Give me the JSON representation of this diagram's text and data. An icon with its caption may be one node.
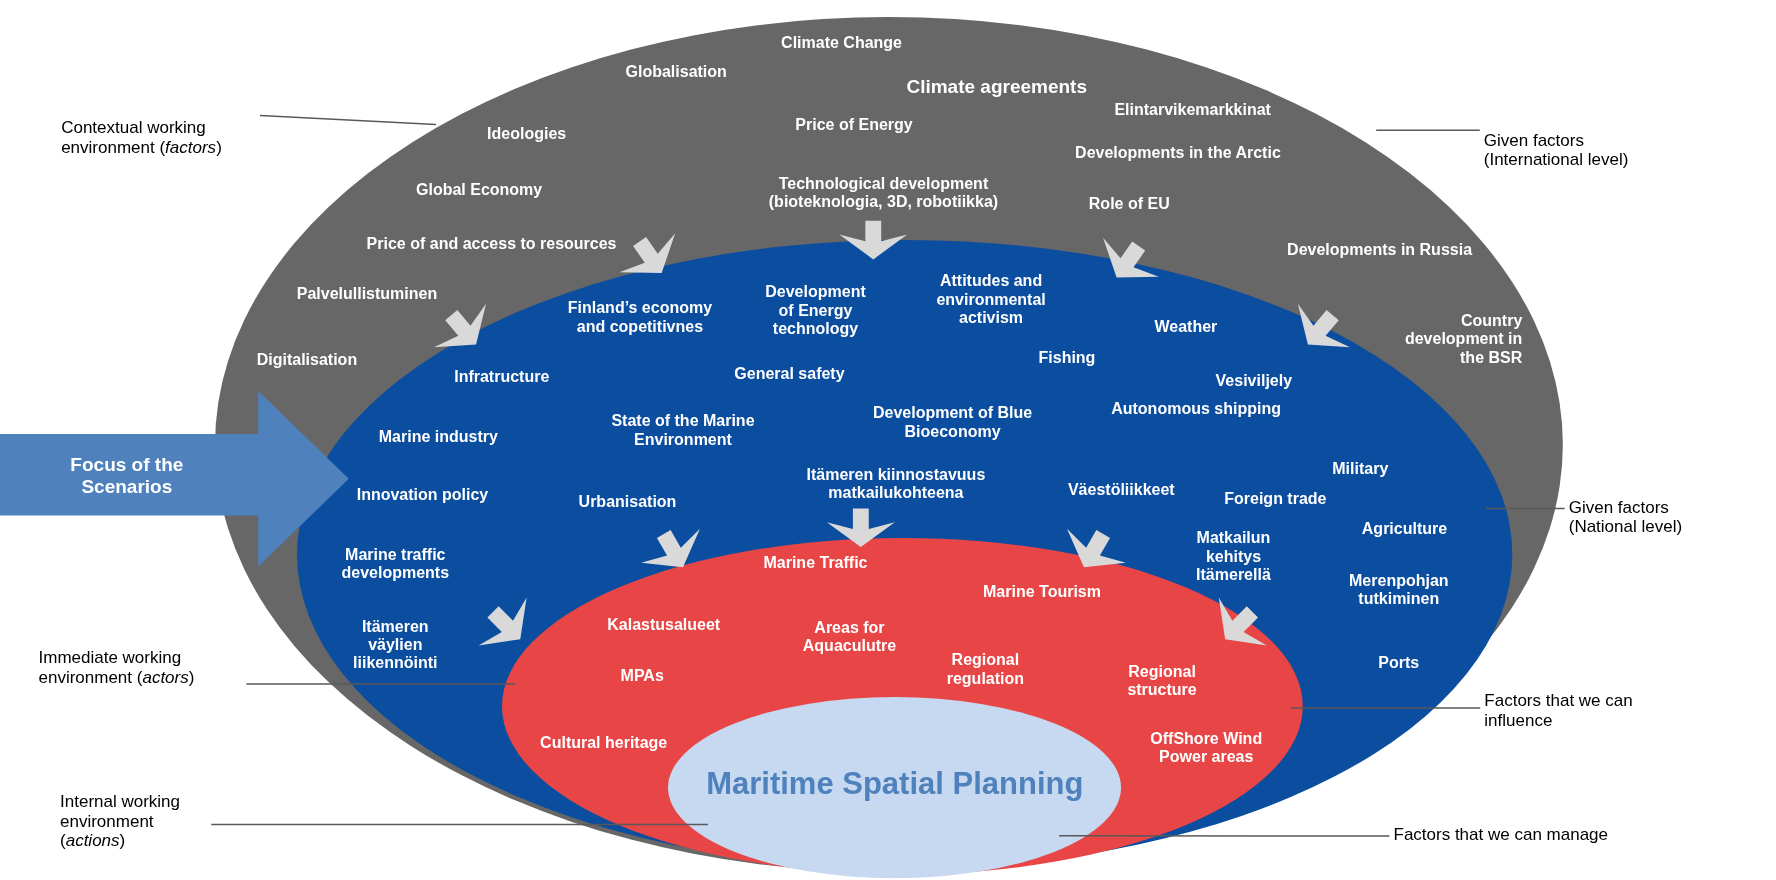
{
  "diagram": {
    "nodes": [
      {
        "text": [
          "Climate Change",
          "Globalisation",
          "Climate agreements",
          "Elintarvikemarkkinat",
          "Ideologies",
          "Price of Energy",
          "Developments in the Arctic",
          "Global Economy",
          "Technological development (bioteknologia, 3D, robotiikka)",
          "Role of EU",
          "Price of and access to resources",
          "Developments in Russia",
          "Palvelullistuminen",
          "Digitalisation",
          "Country development in the BSR"
        ]
      },
      {
        "text": [
          "Finland’s economy and copetitivnes",
          "Development of Energy technology",
          "Attitudes and environmental activism",
          "Weather",
          "Infratructure",
          "General safety",
          "Fishing",
          "Vesiviljely",
          "Marine industry",
          "State of the Marine Environment",
          "Development of Blue Bioeconomy",
          "Autonomous shipping",
          "Itämeren kiinnostavuus matkailukohteena",
          "Military",
          "Innovation policy",
          "Urbanisation",
          "Väestöliikkeet",
          "Foreign trade",
          "Agriculture",
          "Marine traffic developments",
          "Matkailun kehitys Itämerellä",
          "Merenpohjan tutkiminen",
          "Itämeren väylien liikennöinti",
          "Ports"
        ],
        "in": 0
      },
      {
        "text": [
          "Marine Traffic",
          "Marine Tourism",
          "Kalastusalueet",
          "Areas for Aquaculutre",
          "MPAs",
          "Regional regulation",
          "Regional structure",
          "Cultural heritage",
          "OffShore Wind Power areas"
        ],
        "in": 1
      },
      {
        "text": [
          "Maritime Spatial Planning"
        ],
        "in": 2
      },
      {
        "text": [
          "Focus of the Scenarios"
        ]
      },
      {
        "text": [
          "Contextual working environment (*factors*)"
        ]
      },
      {
        "text": [
          "Given factors (International level)"
        ]
      },
      {
        "text": [
          "Given factors (National level)"
        ]
      },
      {
        "text": [
          "Immediate working environment (*actors*)"
        ]
      },
      {
        "text": [
          "Factors that we can influence"
        ]
      },
      {
        "text": [
          "Internal working environment (*actions*)"
        ]
      },
      {
        "text": [
          "Factors that we can manage"
        ]
      }
    ],
    "edges": [
      {
        "from": 5,
        "to": 0,
        "arrow": "none"
      },
      {
        "from": 6,
        "to": 0,
        "arrow": "none"
      },
      {
        "from": 7,
        "to": 1,
        "arrow": "none"
      },
      {
        "from": 8,
        "to": 2,
        "arrow": "none"
      },
      {
        "from": 9,
        "to": 2,
        "arrow": "none"
      },
      {
        "from": 10,
        "to": 3,
        "arrow": "none"
      },
      {
        "from": 11,
        "to": 3,
        "arrow": "none"
      }
    ]
  }
}
